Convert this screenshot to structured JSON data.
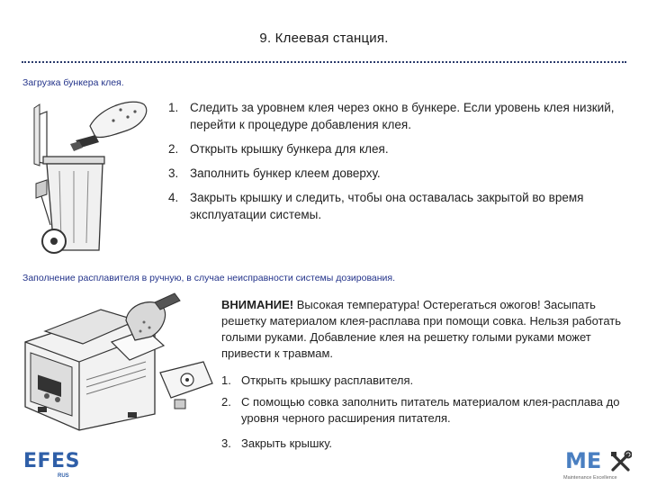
{
  "page": {
    "title": "9. Клеевая станция."
  },
  "section1": {
    "label": "Загрузка бункера клея.",
    "steps": [
      {
        "num": "1.",
        "text": "Следить за уровнем клея через окно в бункере. Если уровень клея низкий, перейти к процедуре добавления клея."
      },
      {
        "num": "2.",
        "text": "Открыть крышку бункера для клея."
      },
      {
        "num": "3.",
        "text": "Заполнить бункер клеем доверху."
      },
      {
        "num": "4.",
        "text": "Закрыть крышку и следить, чтобы она оставалась закрытой во время эксплуатации системы."
      }
    ]
  },
  "section2": {
    "label": "Заполнение расплавителя в ручную, в случае неисправности системы дозирования.",
    "warning_head": "ВНИМАНИЕ!",
    "warning_text": " Высокая температура! Остерегаться ожогов! Засыпать решетку материалом клея-расплава при помощи совка. Нельзя работать голыми руками. Добавление клея на решетку голыми руками может привести к травмам.",
    "steps": [
      {
        "num": "1.",
        "text": "Открыть крышку расплавителя."
      },
      {
        "num": "2.",
        "text": "С помощью совка заполнить питатель материалом клея-расплава до уровня черного расширения питателя."
      },
      {
        "num": "3.",
        "text": "Закрыть крышку."
      }
    ]
  },
  "logos": {
    "left_word": "EFES",
    "left_sub": "RUS",
    "right_word": "ME",
    "right_tag": "Maintenance Excellence",
    "brand_color": "#2f5fa8",
    "accent_color": "#4a7fc1"
  },
  "icons": [
    "glue-bin-illustration",
    "glue-melter-illustration",
    "tools-icon"
  ]
}
